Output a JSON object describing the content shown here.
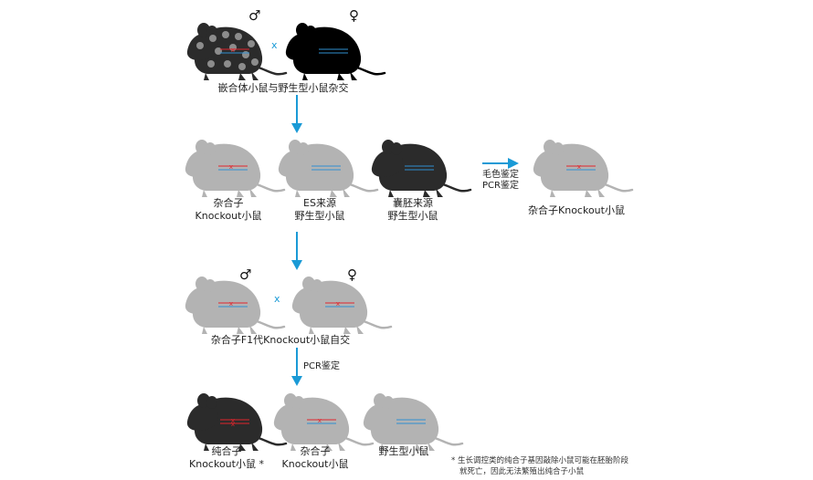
{
  "colors": {
    "arrow": "#1a9ad6",
    "mouse_light": "#b3b3b3",
    "mouse_dark": "#2b2b2b",
    "mouse_black": "#000000",
    "chimera_spot": "#8c8c8c",
    "chromosome_red": "#e0262d",
    "chromosome_blue": "#2f8fd0"
  },
  "icons": {
    "male": "♂",
    "female": "♀",
    "cross": "x"
  },
  "step1": {
    "caption": "嵌合体小鼠与野生型小鼠杂交"
  },
  "step2": {
    "mouse1": [
      "杂合子",
      "Knockout小鼠"
    ],
    "mouse2": [
      "ES来源",
      "野生型小鼠"
    ],
    "mouse3": [
      "囊胚来源",
      "野生型小鼠"
    ],
    "method": [
      "毛色鉴定",
      "PCR鉴定"
    ],
    "result": "杂合子Knockout小鼠"
  },
  "step3": {
    "caption": "杂合子F1代Knockout小鼠自交",
    "method": "PCR鉴定"
  },
  "step4": {
    "mouse1": [
      "纯合子",
      "Knockout小鼠 *"
    ],
    "mouse2": [
      "杂合子",
      "Knockout小鼠"
    ],
    "mouse3": "野生型小鼠",
    "footnote": [
      "* 生长调控类的纯合子基因敲除小鼠可能在胚胎阶段",
      "就死亡，因此无法繁殖出纯合子小鼠"
    ]
  }
}
